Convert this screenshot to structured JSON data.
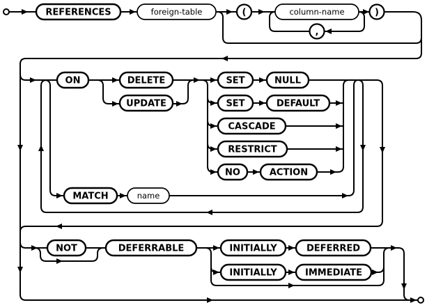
{
  "diagram": {
    "kind": "railroad-syntax-diagram",
    "colors": {
      "line": "#000000",
      "background": "#ffffff",
      "text": "#000000"
    }
  },
  "nodes": {
    "references": "REFERENCES",
    "foreign_table": "foreign-table",
    "open_paren": "(",
    "column_name": "column-name",
    "comma": ",",
    "close_paren": ")",
    "on": "ON",
    "delete": "DELETE",
    "update": "UPDATE",
    "set1": "SET",
    "null": "NULL",
    "set2": "SET",
    "default": "DEFAULT",
    "cascade": "CASCADE",
    "restrict": "RESTRICT",
    "no": "NO",
    "action": "ACTION",
    "match": "MATCH",
    "name": "name",
    "not": "NOT",
    "deferrable": "DEFERRABLE",
    "initially1": "INITIALLY",
    "deferred": "DEFERRED",
    "initially2": "INITIALLY",
    "immediate": "IMMEDIATE"
  }
}
